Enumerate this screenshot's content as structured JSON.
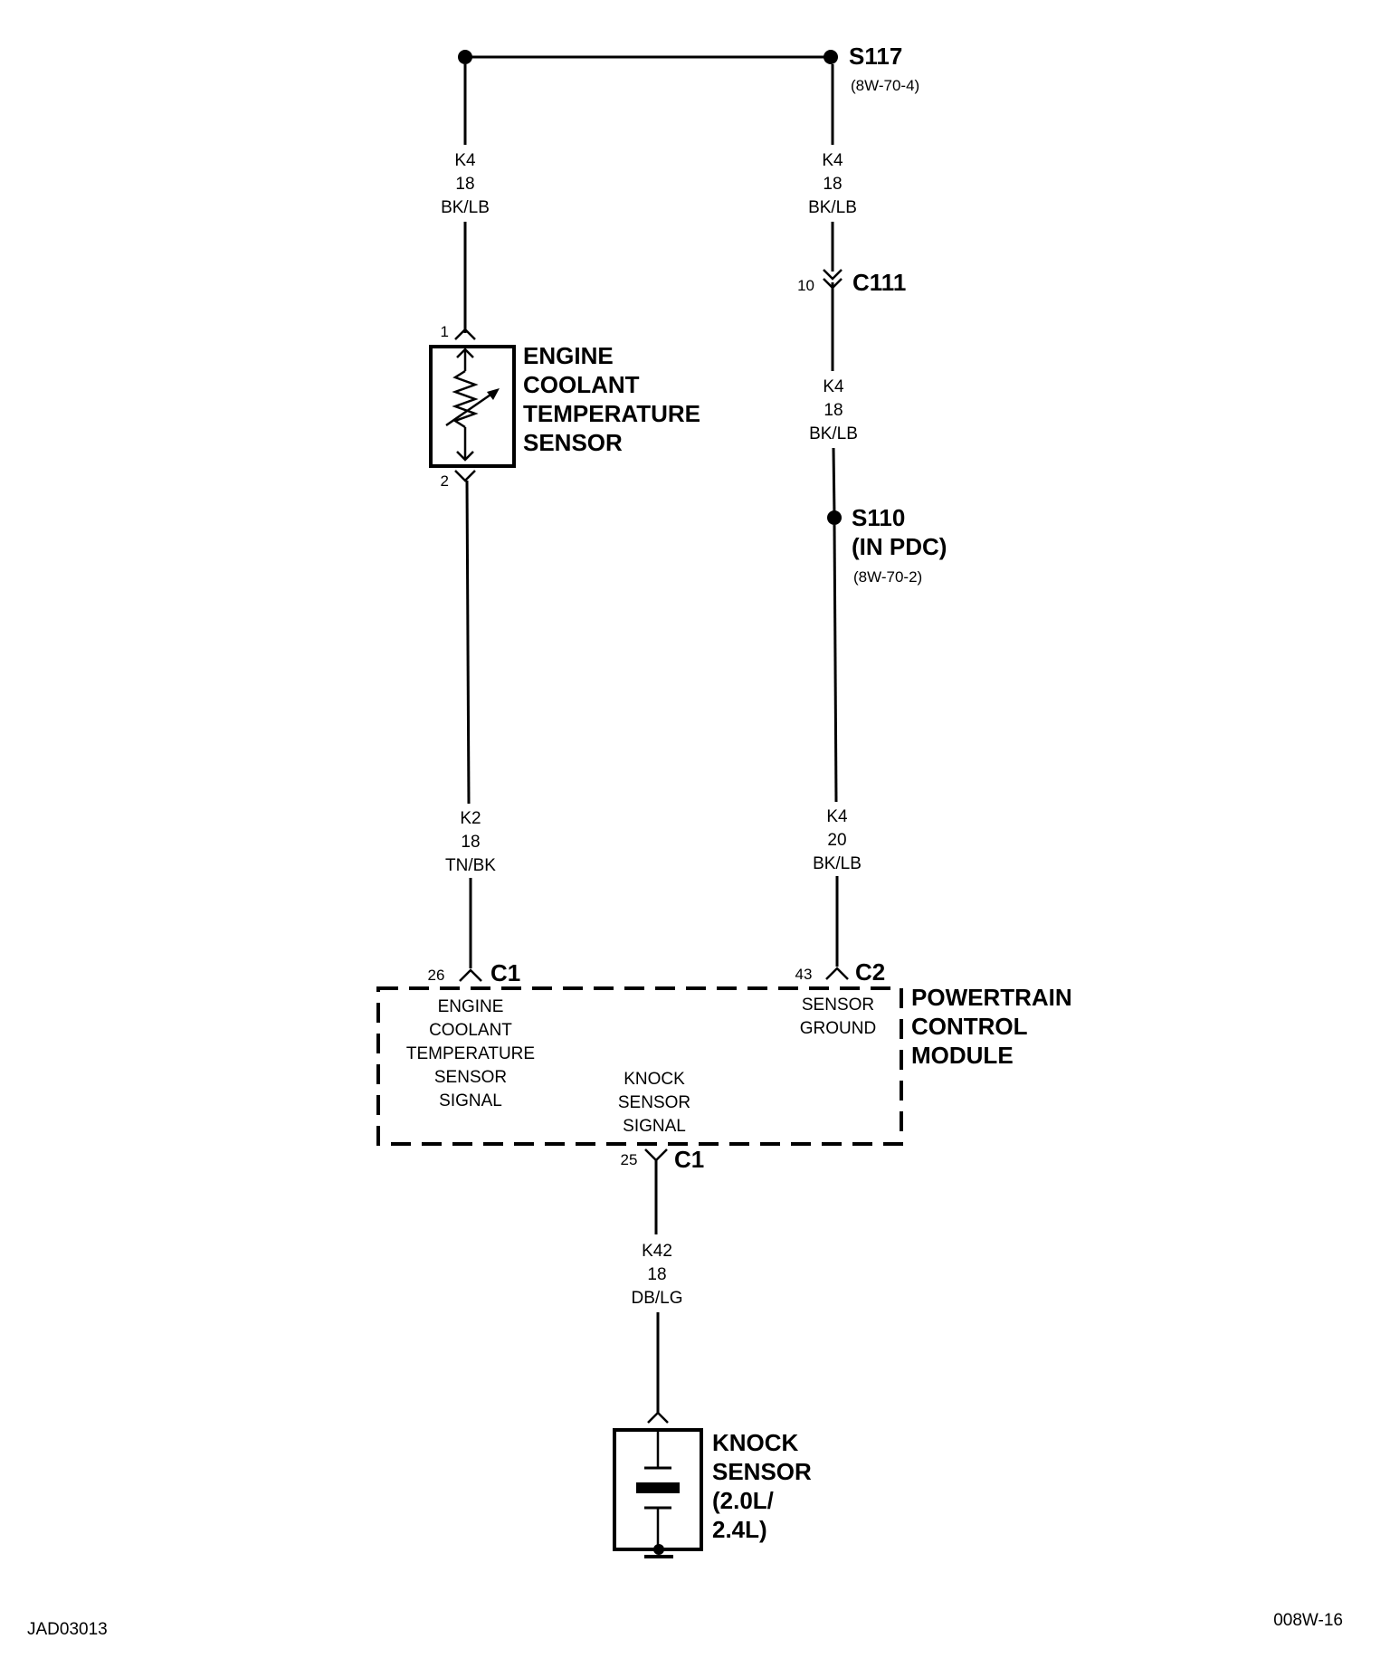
{
  "splices": {
    "s117": {
      "name": "S117",
      "ref": "(8W-70-4)"
    },
    "s110": {
      "name": "S110",
      "sub": "(IN PDC)",
      "ref": "(8W-70-2)"
    }
  },
  "wires": {
    "left_top": {
      "circuit": "K4",
      "gauge": "18",
      "color": "BK/LB"
    },
    "right_top": {
      "circuit": "K4",
      "gauge": "18",
      "color": "BK/LB"
    },
    "right_mid": {
      "circuit": "K4",
      "gauge": "18",
      "color": "BK/LB"
    },
    "left_bot": {
      "circuit": "K2",
      "gauge": "18",
      "color": "TN/BK"
    },
    "right_bot": {
      "circuit": "K4",
      "gauge": "20",
      "color": "BK/LB"
    },
    "knock": {
      "circuit": "K42",
      "gauge": "18",
      "color": "DB/LG"
    }
  },
  "connectors": {
    "c111": {
      "name": "C111",
      "pin": "10"
    },
    "ect_pin1": "1",
    "ect_pin2": "2",
    "pcm_c1_top": {
      "name": "C1",
      "pin": "26"
    },
    "pcm_c2": {
      "name": "C2",
      "pin": "43"
    },
    "pcm_c1_bot": {
      "name": "C1",
      "pin": "25"
    }
  },
  "components": {
    "ect_sensor": {
      "line1": "ENGINE",
      "line2": "COOLANT",
      "line3": "TEMPERATURE",
      "line4": "SENSOR"
    },
    "pcm": {
      "line1": "POWERTRAIN",
      "line2": "CONTROL",
      "line3": "MODULE"
    },
    "knock_sensor": {
      "line1": "KNOCK",
      "line2": "SENSOR",
      "line3": "(2.0L/",
      "line4": "2.4L)"
    }
  },
  "pcm_terminals": {
    "ect_signal": {
      "line1": "ENGINE",
      "line2": "COOLANT",
      "line3": "TEMPERATURE",
      "line4": "SENSOR",
      "line5": "SIGNAL"
    },
    "sensor_ground": {
      "line1": "SENSOR",
      "line2": "GROUND"
    },
    "knock_signal": {
      "line1": "KNOCK",
      "line2": "SENSOR",
      "line3": "SIGNAL"
    }
  },
  "footer": {
    "left_id": "JAD03013",
    "right_id": "008W-16"
  }
}
